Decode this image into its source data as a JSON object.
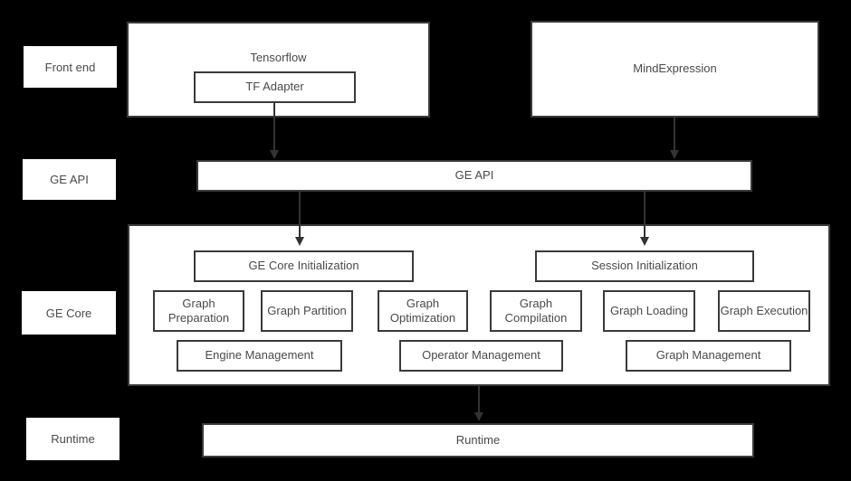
{
  "layer_labels": [
    {
      "label": "Front end"
    },
    {
      "label": "GE API"
    },
    {
      "label": "GE Core"
    },
    {
      "label": "Runtime"
    }
  ],
  "front_end": {
    "tensorflow_label": "Tensorflow",
    "tf_adapter_label": "TF Adapter",
    "mindexpression_label": "MindExpression"
  },
  "ge_api": {
    "label": "GE API"
  },
  "ge_core": {
    "init_boxes": [
      {
        "label": "GE Core Initialization"
      },
      {
        "label": "Session Initialization"
      }
    ],
    "modules": [
      {
        "label": "Graph Preparation"
      },
      {
        "label": "Graph Partition"
      },
      {
        "label": "Graph Optimization"
      },
      {
        "label": "Graph Compilation"
      },
      {
        "label": "Graph Loading"
      },
      {
        "label": "Graph Execution"
      }
    ],
    "management": [
      {
        "label": "Engine Management"
      },
      {
        "label": "Operator Management"
      },
      {
        "label": "Graph Management"
      }
    ]
  },
  "runtime": {
    "label": "Runtime"
  },
  "colors": {
    "background": "#000000",
    "box_fill": "#ffffff",
    "border": "#3a3a3a",
    "text": "#4a4a4a",
    "arrow": "#333333"
  }
}
